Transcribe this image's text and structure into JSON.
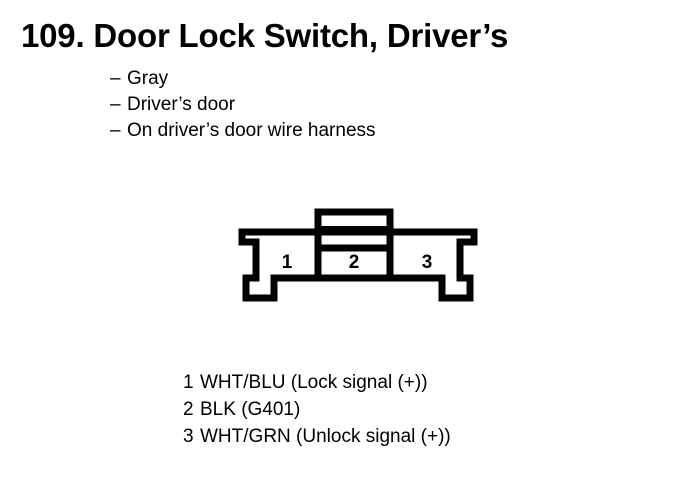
{
  "document": {
    "title": "109. Door Lock Switch, Driver’s",
    "background_color": "#ffffff",
    "ink_color": "#000000"
  },
  "specs": {
    "items": [
      {
        "dash": "–",
        "text": "Gray"
      },
      {
        "dash": "–",
        "text": "Driver’s door"
      },
      {
        "dash": "–",
        "text": "On driver’s door wire harness"
      }
    ]
  },
  "connector": {
    "type": "3-pin connector",
    "pins": [
      {
        "number": "1"
      },
      {
        "number": "2"
      },
      {
        "number": "3"
      }
    ],
    "tab_slots": 2
  },
  "pinout": {
    "rows": [
      {
        "num": "1",
        "text": "WHT/BLU (Lock signal (+))"
      },
      {
        "num": "2",
        "text": "BLK (G401)"
      },
      {
        "num": "3",
        "text": "WHT/GRN (Unlock signal (+))"
      }
    ]
  }
}
